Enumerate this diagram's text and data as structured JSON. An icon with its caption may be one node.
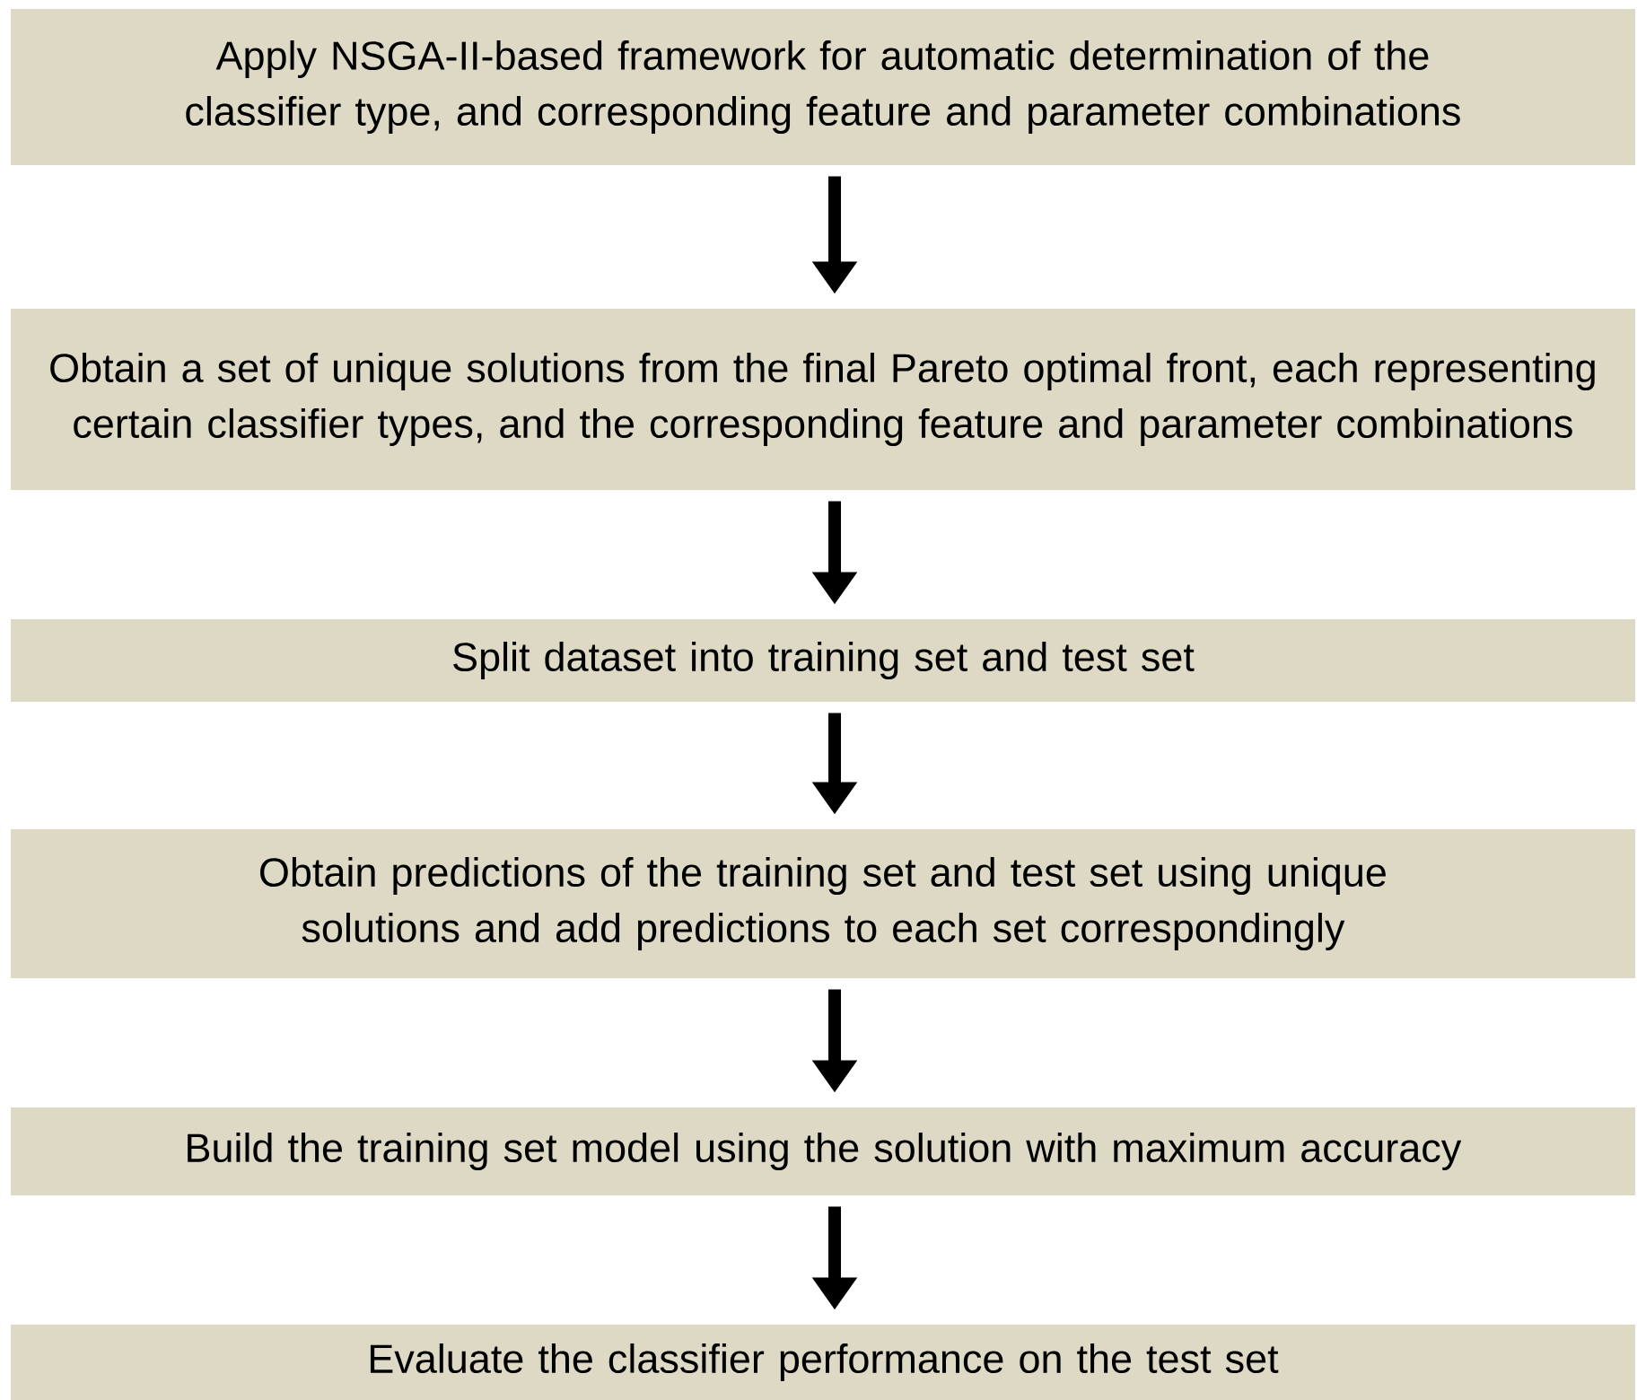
{
  "diagram": {
    "nodes": [
      {
        "text": [
          "Apply NSGA-II-based framework for automatic determination of the classifier type, and corresponding feature and parameter combinations"
        ]
      },
      {
        "text": [
          "Obtain a set of unique solutions from the final Pareto optimal front, each representing certain classifier types, and the corresponding feature and parameter combinations"
        ]
      },
      {
        "text": [
          "Split dataset into training set and test set"
        ]
      },
      {
        "text": [
          "Obtain predictions of the training set and test set using unique solutions and add predictions to each set correspondingly"
        ]
      },
      {
        "text": [
          "Build the training set model using the solution with maximum accuracy"
        ]
      },
      {
        "text": [
          "Evaluate the classifier performance on the test set"
        ]
      }
    ],
    "edges": [
      {
        "from": 0,
        "to": 1,
        "arrow": "to"
      },
      {
        "from": 1,
        "to": 2,
        "arrow": "to"
      },
      {
        "from": 2,
        "to": 3,
        "arrow": "to"
      },
      {
        "from": 3,
        "to": 4,
        "arrow": "to"
      },
      {
        "from": 4,
        "to": 5,
        "arrow": "to"
      }
    ]
  }
}
